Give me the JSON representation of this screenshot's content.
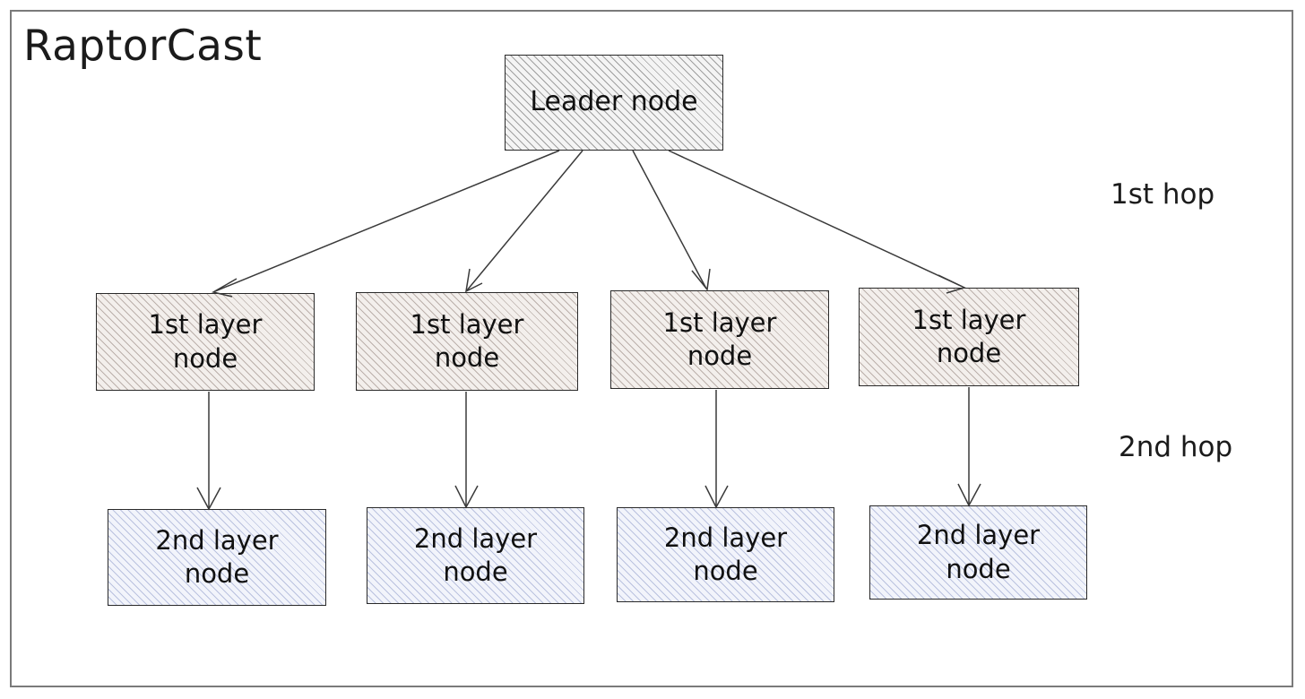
{
  "diagram": {
    "title": "RaptorCast",
    "frame_color": "#7a7a7a",
    "background": "#ffffff",
    "leader": {
      "label": "Leader node",
      "fill": "#f4f4f4",
      "hatch_color": "#5a5a5a"
    },
    "layer1": {
      "fill": "#f3efec",
      "hatch_color": "#78645c",
      "nodes": [
        {
          "label": "1st layer\nnode"
        },
        {
          "label": "1st layer\nnode"
        },
        {
          "label": "1st layer\nnode"
        },
        {
          "label": "1st layer\nnode"
        }
      ]
    },
    "layer2": {
      "fill": "#f2f4fb",
      "hatch_color": "#6e7db9",
      "nodes": [
        {
          "label": "2nd layer\nnode"
        },
        {
          "label": "2nd layer\nnode"
        },
        {
          "label": "2nd layer\nnode"
        },
        {
          "label": "2nd layer\nnode"
        }
      ]
    },
    "hops": [
      {
        "label": "1st hop"
      },
      {
        "label": "2nd hop"
      }
    ],
    "edge_color": "#3a3a3a"
  }
}
